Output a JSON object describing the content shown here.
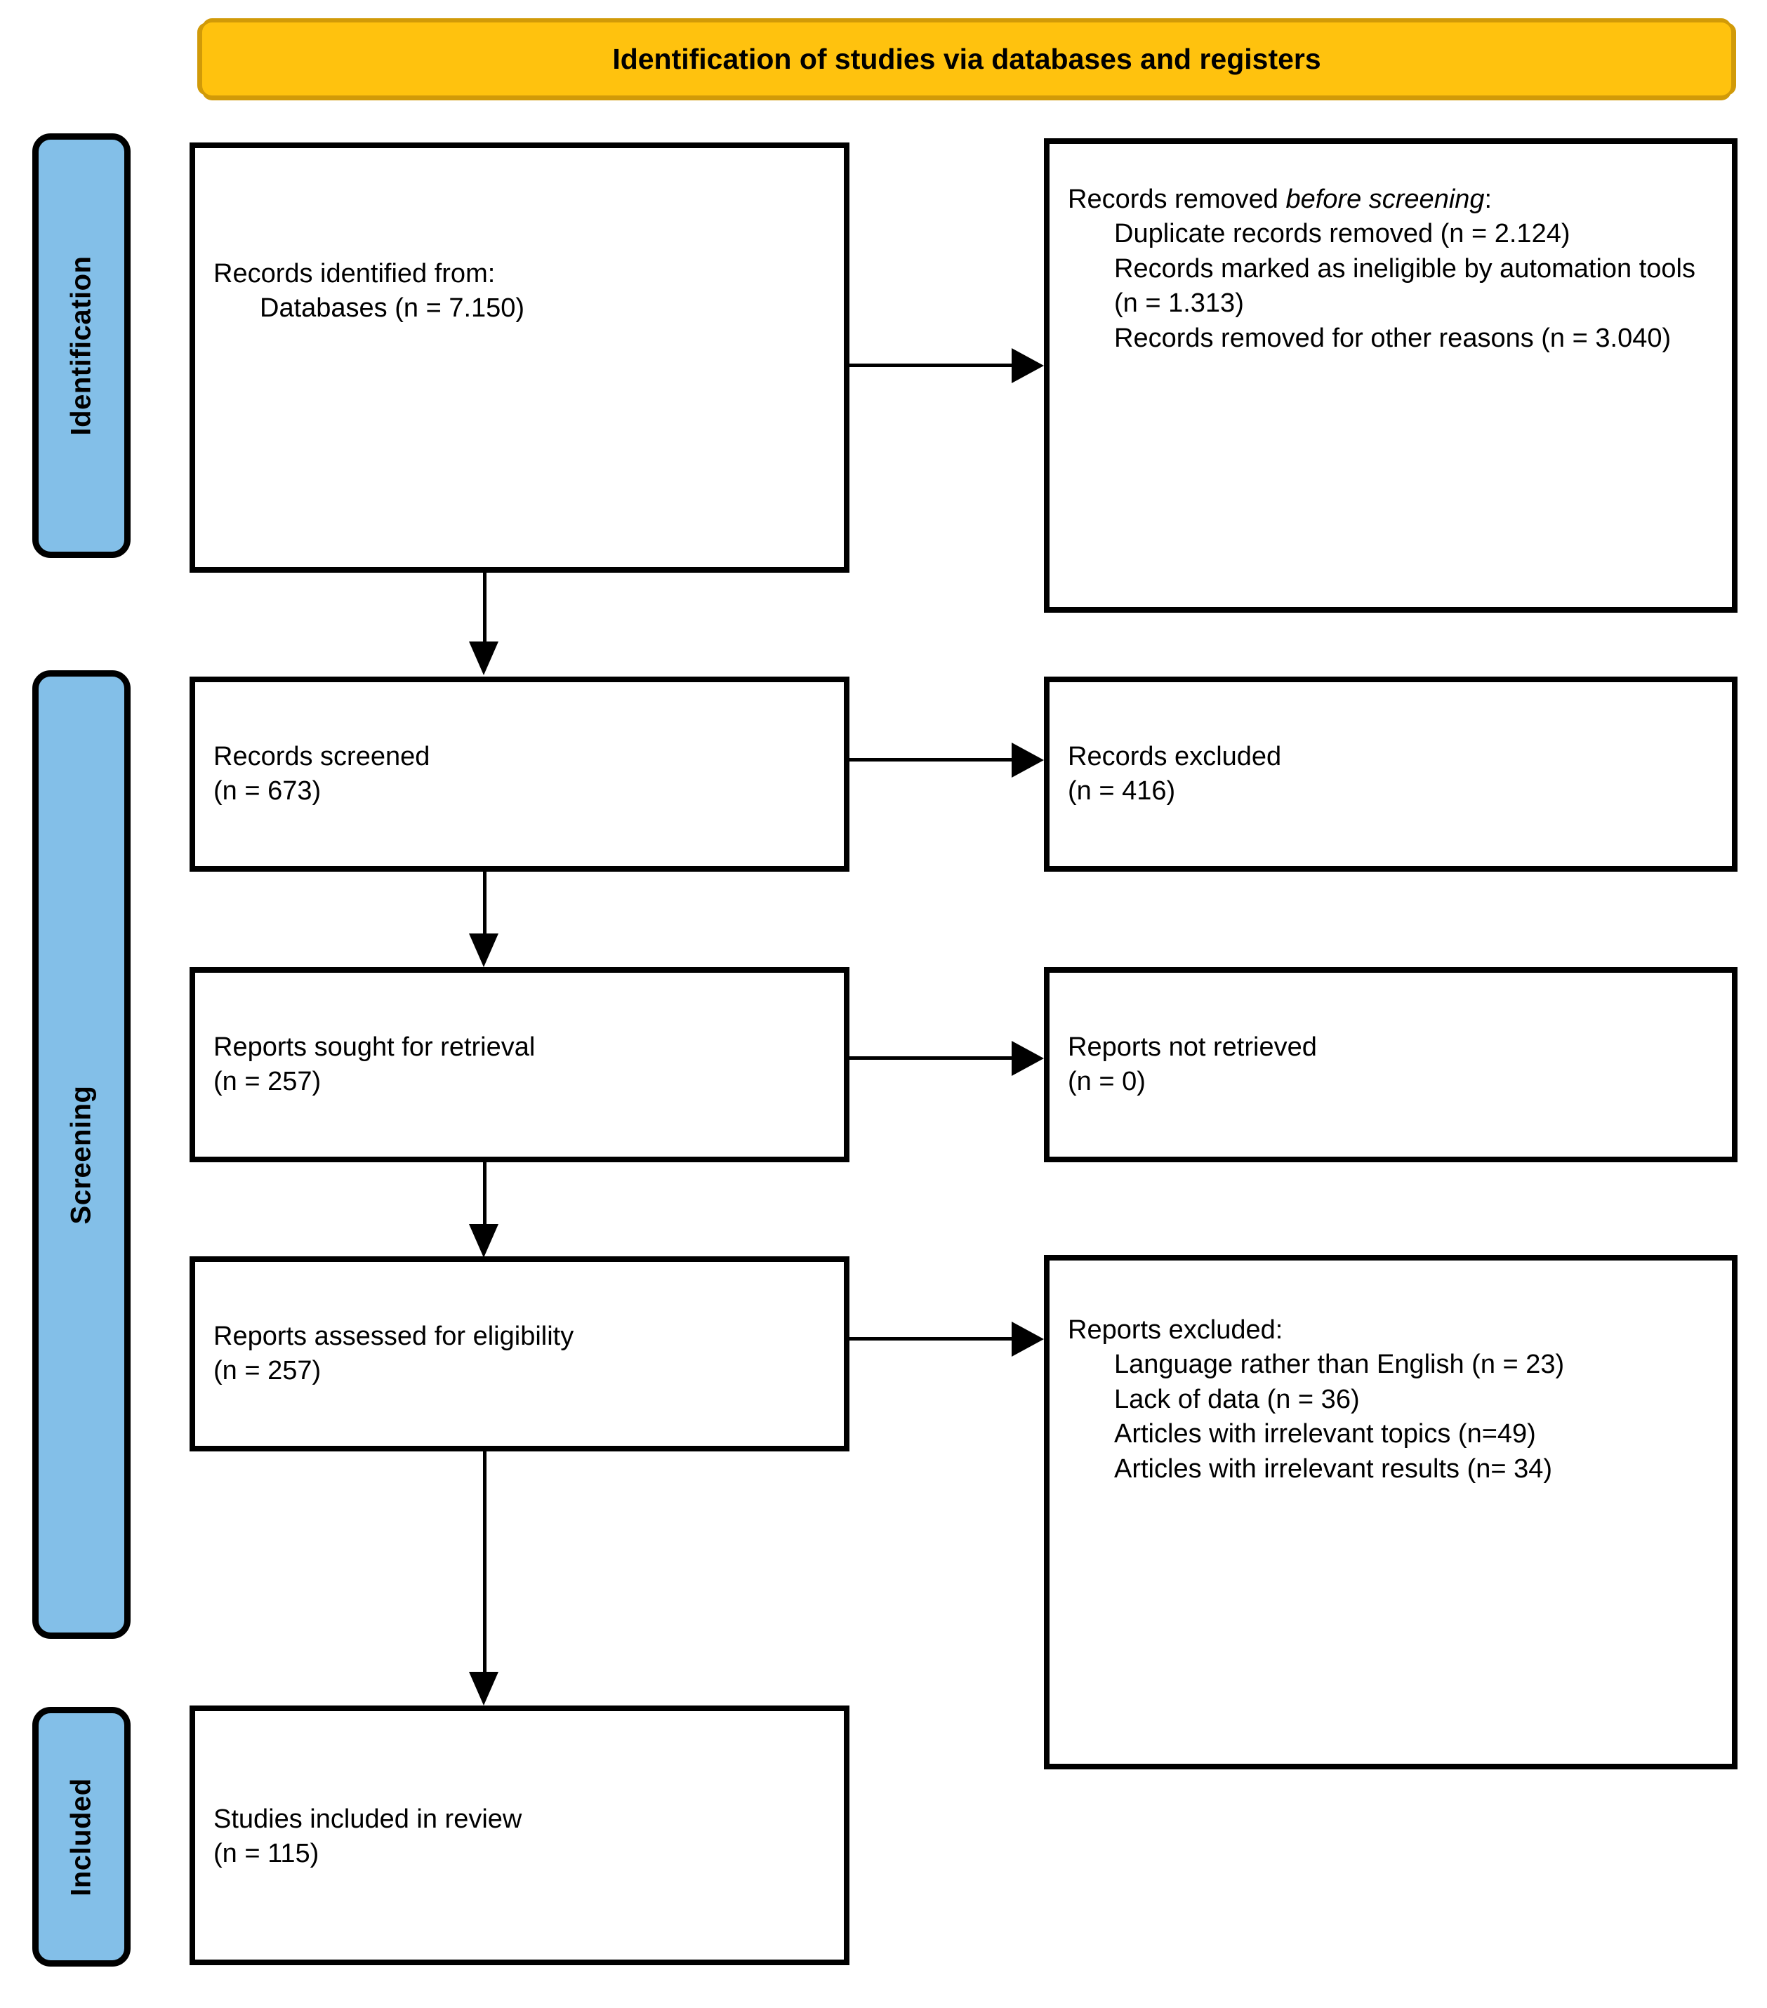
{
  "banner": {
    "title": "Identification of studies via databases and registers"
  },
  "rails": [
    {
      "key": "identification",
      "label": "Identification"
    },
    {
      "key": "screening",
      "label": "Screening"
    },
    {
      "key": "included",
      "label": "Included"
    }
  ],
  "boxes": {
    "identified": {
      "line1": "Records identified from:",
      "line2": "Databases (n = 7.150)"
    },
    "removed": {
      "line1a": "Records removed ",
      "line1b": "before screening",
      "line1c": ":",
      "line2": "Duplicate records removed (n = 2.124)",
      "line3": "Records marked as ineligible by automation tools (n = 1.313)",
      "line4": "Records removed for other reasons (n = 3.040)"
    },
    "screened": {
      "line1": "Records screened",
      "line2": "(n = 673)"
    },
    "excluded": {
      "line1": "Records excluded",
      "line2": "(n = 416)"
    },
    "sought": {
      "line1": "Reports sought for retrieval",
      "line2": "(n = 257)"
    },
    "notretrieved": {
      "line1": "Reports not retrieved",
      "line2": "(n = 0)"
    },
    "assessed": {
      "line1": "Reports assessed for eligibility",
      "line2": "(n = 257)"
    },
    "repexcluded": {
      "line1": "Reports excluded:",
      "line2": "Language rather than English (n = 23)",
      "line3": "Lack of data (n = 36)",
      "line4": "Articles with irrelevant topics (n=49)",
      "line5": "Articles with irrelevant results (n= 34)"
    },
    "included": {
      "line1": "Studies included in review",
      "line2": "(n = 115)"
    }
  },
  "colors": {
    "banner_fill": "#FFC20E",
    "banner_shadow": "#D19A08",
    "rail_fill": "#83BFE8",
    "stroke": "#000000",
    "box_fill": "#FFFFFF"
  }
}
